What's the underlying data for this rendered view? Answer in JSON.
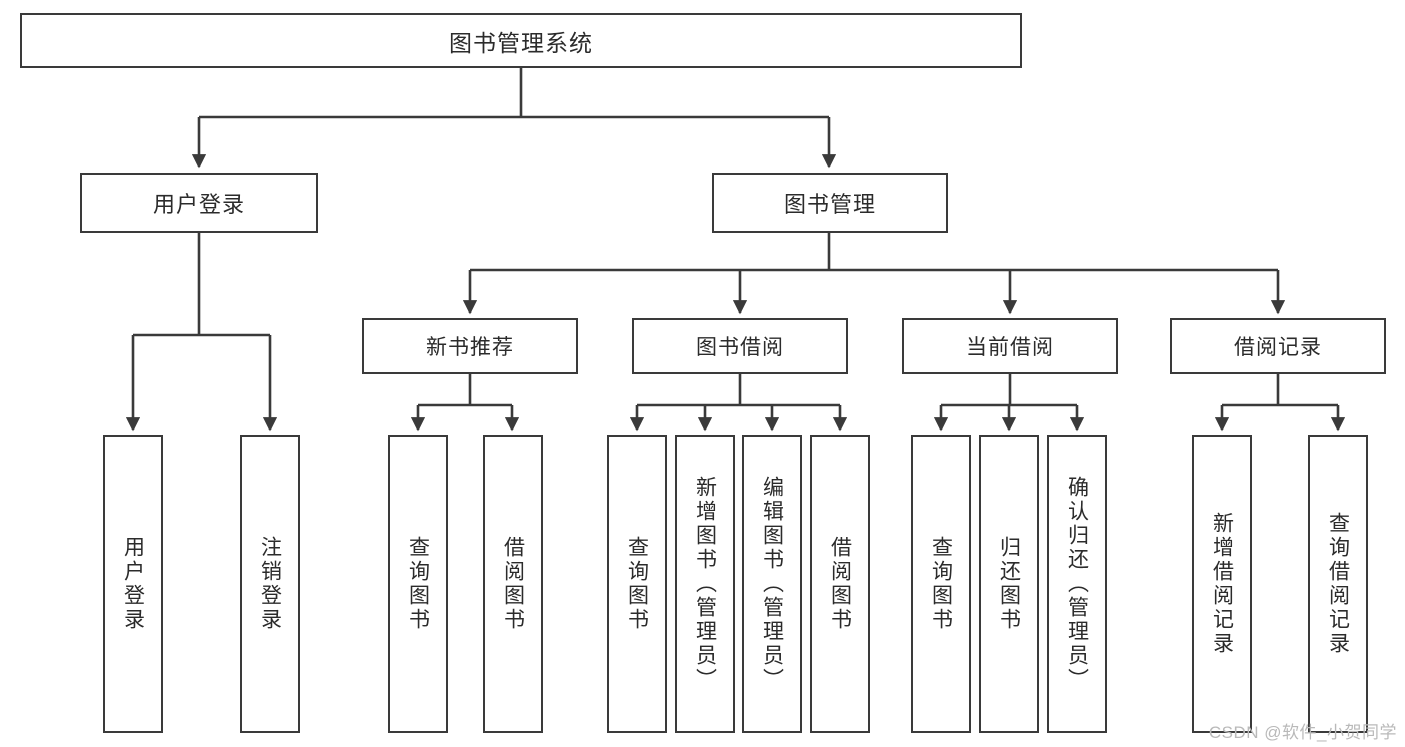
{
  "diagram": {
    "title_box": {
      "label": "图书管理系统"
    },
    "level2": [
      {
        "id": "user-login",
        "label": "用户登录"
      },
      {
        "id": "book-management",
        "label": "图书管理"
      }
    ],
    "level3": [
      {
        "id": "new-book-recommend",
        "label": "新书推荐"
      },
      {
        "id": "book-borrow",
        "label": "图书借阅"
      },
      {
        "id": "current-borrow",
        "label": "当前借阅"
      },
      {
        "id": "borrow-record",
        "label": "借阅记录"
      }
    ],
    "leaves": [
      {
        "id": "leaf-user-login",
        "label": "用户登录",
        "parent": "用户登录"
      },
      {
        "id": "leaf-logout-login",
        "label": "注销登录",
        "parent": "用户登录"
      },
      {
        "id": "leaf-query-book-1",
        "label": "查询图书",
        "parent": "新书推荐"
      },
      {
        "id": "leaf-borrow-book-1",
        "label": "借阅图书",
        "parent": "新书推荐"
      },
      {
        "id": "leaf-query-book-2",
        "label": "查询图书",
        "parent": "图书借阅"
      },
      {
        "id": "leaf-add-book",
        "label": "新增图书（管理员）",
        "parent": "图书借阅"
      },
      {
        "id": "leaf-edit-book",
        "label": "编辑图书（管理员）",
        "parent": "图书借阅"
      },
      {
        "id": "leaf-borrow-book-2",
        "label": "借阅图书",
        "parent": "图书借阅"
      },
      {
        "id": "leaf-query-book-3",
        "label": "查询图书",
        "parent": "当前借阅"
      },
      {
        "id": "leaf-return-book",
        "label": "归还图书",
        "parent": "当前借阅"
      },
      {
        "id": "leaf-confirm-return",
        "label": "确认归还（管理员）",
        "parent": "当前借阅"
      },
      {
        "id": "leaf-add-record",
        "label": "新增借阅记录",
        "parent": "借阅记录"
      },
      {
        "id": "leaf-query-record",
        "label": "查询借阅记录",
        "parent": "借阅记录"
      }
    ],
    "watermark": "CSDN @软件_小贺同学",
    "colors": {
      "border": "#3a3a3a",
      "text": "#2b2b2b",
      "background": "#ffffff",
      "watermark": "#b9b9b9"
    }
  }
}
